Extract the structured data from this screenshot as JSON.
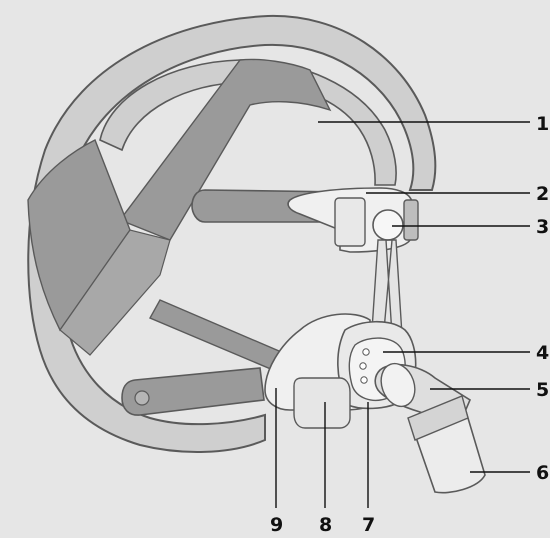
{
  "diagram": {
    "subject": "full face mask with headgear",
    "callouts": [
      {
        "id": "1",
        "label": "1"
      },
      {
        "id": "2",
        "label": "2"
      },
      {
        "id": "3",
        "label": "3"
      },
      {
        "id": "4",
        "label": "4"
      },
      {
        "id": "5",
        "label": "5"
      },
      {
        "id": "6",
        "label": "6"
      },
      {
        "id": "7",
        "label": "7"
      },
      {
        "id": "8",
        "label": "8"
      },
      {
        "id": "9",
        "label": "9"
      }
    ]
  },
  "colors": {
    "background": "#e6e6e6",
    "strap_light": "#cfcfcf",
    "strap_dark": "#9a9a9a",
    "outline": "#5a5a5a",
    "mask_body": "#d9d9d9",
    "cushion": "#f0f0f0"
  }
}
